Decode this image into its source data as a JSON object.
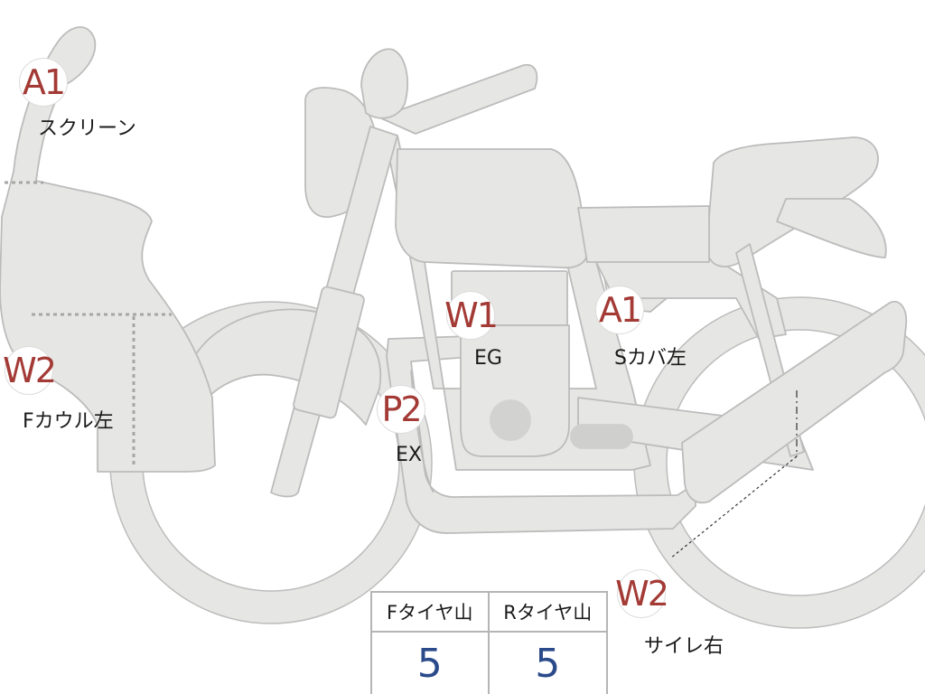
{
  "markers": [
    {
      "id": "a1-screen",
      "code": "A1",
      "label": "スクリーン"
    },
    {
      "id": "w2-fcowl-left",
      "code": "W2",
      "label": "Fカウル左"
    },
    {
      "id": "w1-engine",
      "code": "W1",
      "label": "EG"
    },
    {
      "id": "p2-exhaust",
      "code": "P2",
      "label": "EX"
    },
    {
      "id": "a1-side-cover-left",
      "code": "A1",
      "label": "Sカバ左"
    },
    {
      "id": "w2-silencer-right",
      "code": "W2",
      "label": "サイレ右"
    }
  ],
  "tire_table": {
    "headers": [
      "Fタイヤ山",
      "Rタイヤ山"
    ],
    "values": [
      "5",
      "5"
    ]
  },
  "colors": {
    "bike_fill": "#e6e6e4",
    "bike_stroke": "#bcbcbc",
    "marker_code": "#a33a35",
    "tire_value": "#2a4a8a"
  }
}
